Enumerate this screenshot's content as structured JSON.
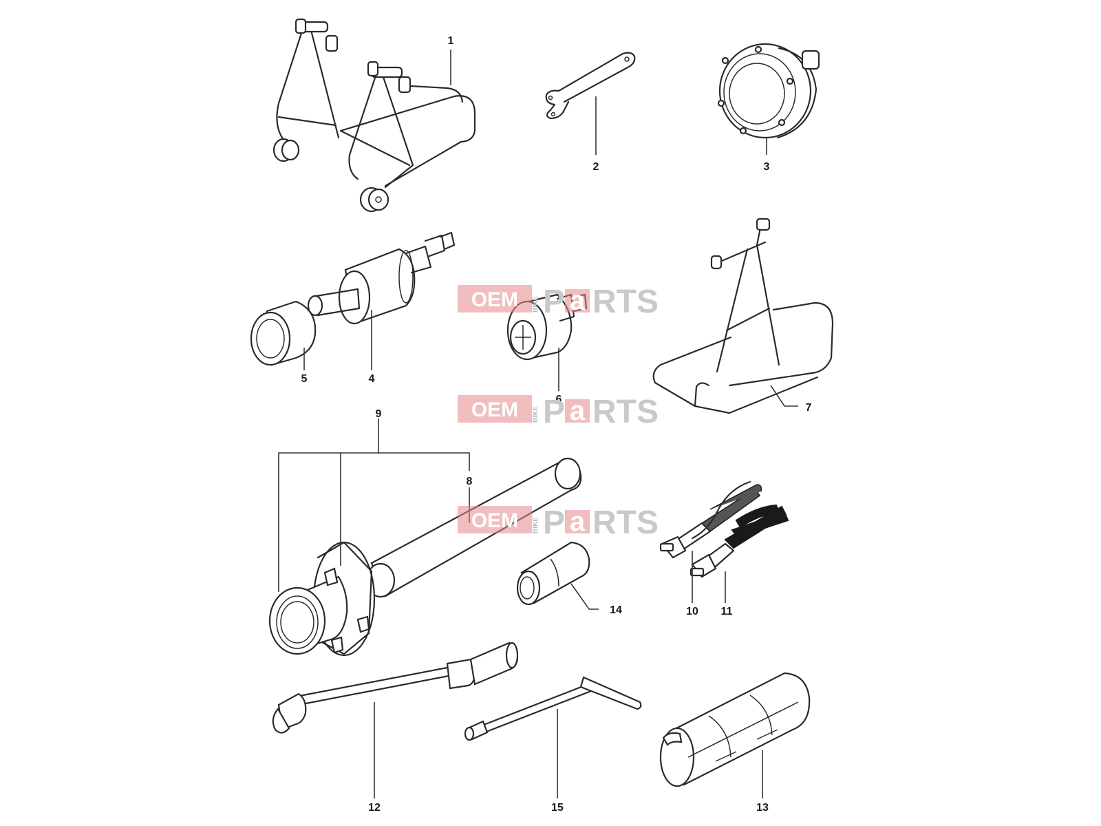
{
  "labels": [
    "1",
    "2",
    "3",
    "4",
    "5",
    "6",
    "7",
    "8",
    "9",
    "10",
    "11",
    "12",
    "13",
    "14",
    "15"
  ],
  "watermark": {
    "oem": "OEM",
    "bike": "BIKE",
    "p": "P",
    "a": "a",
    "rts": "RTS"
  }
}
